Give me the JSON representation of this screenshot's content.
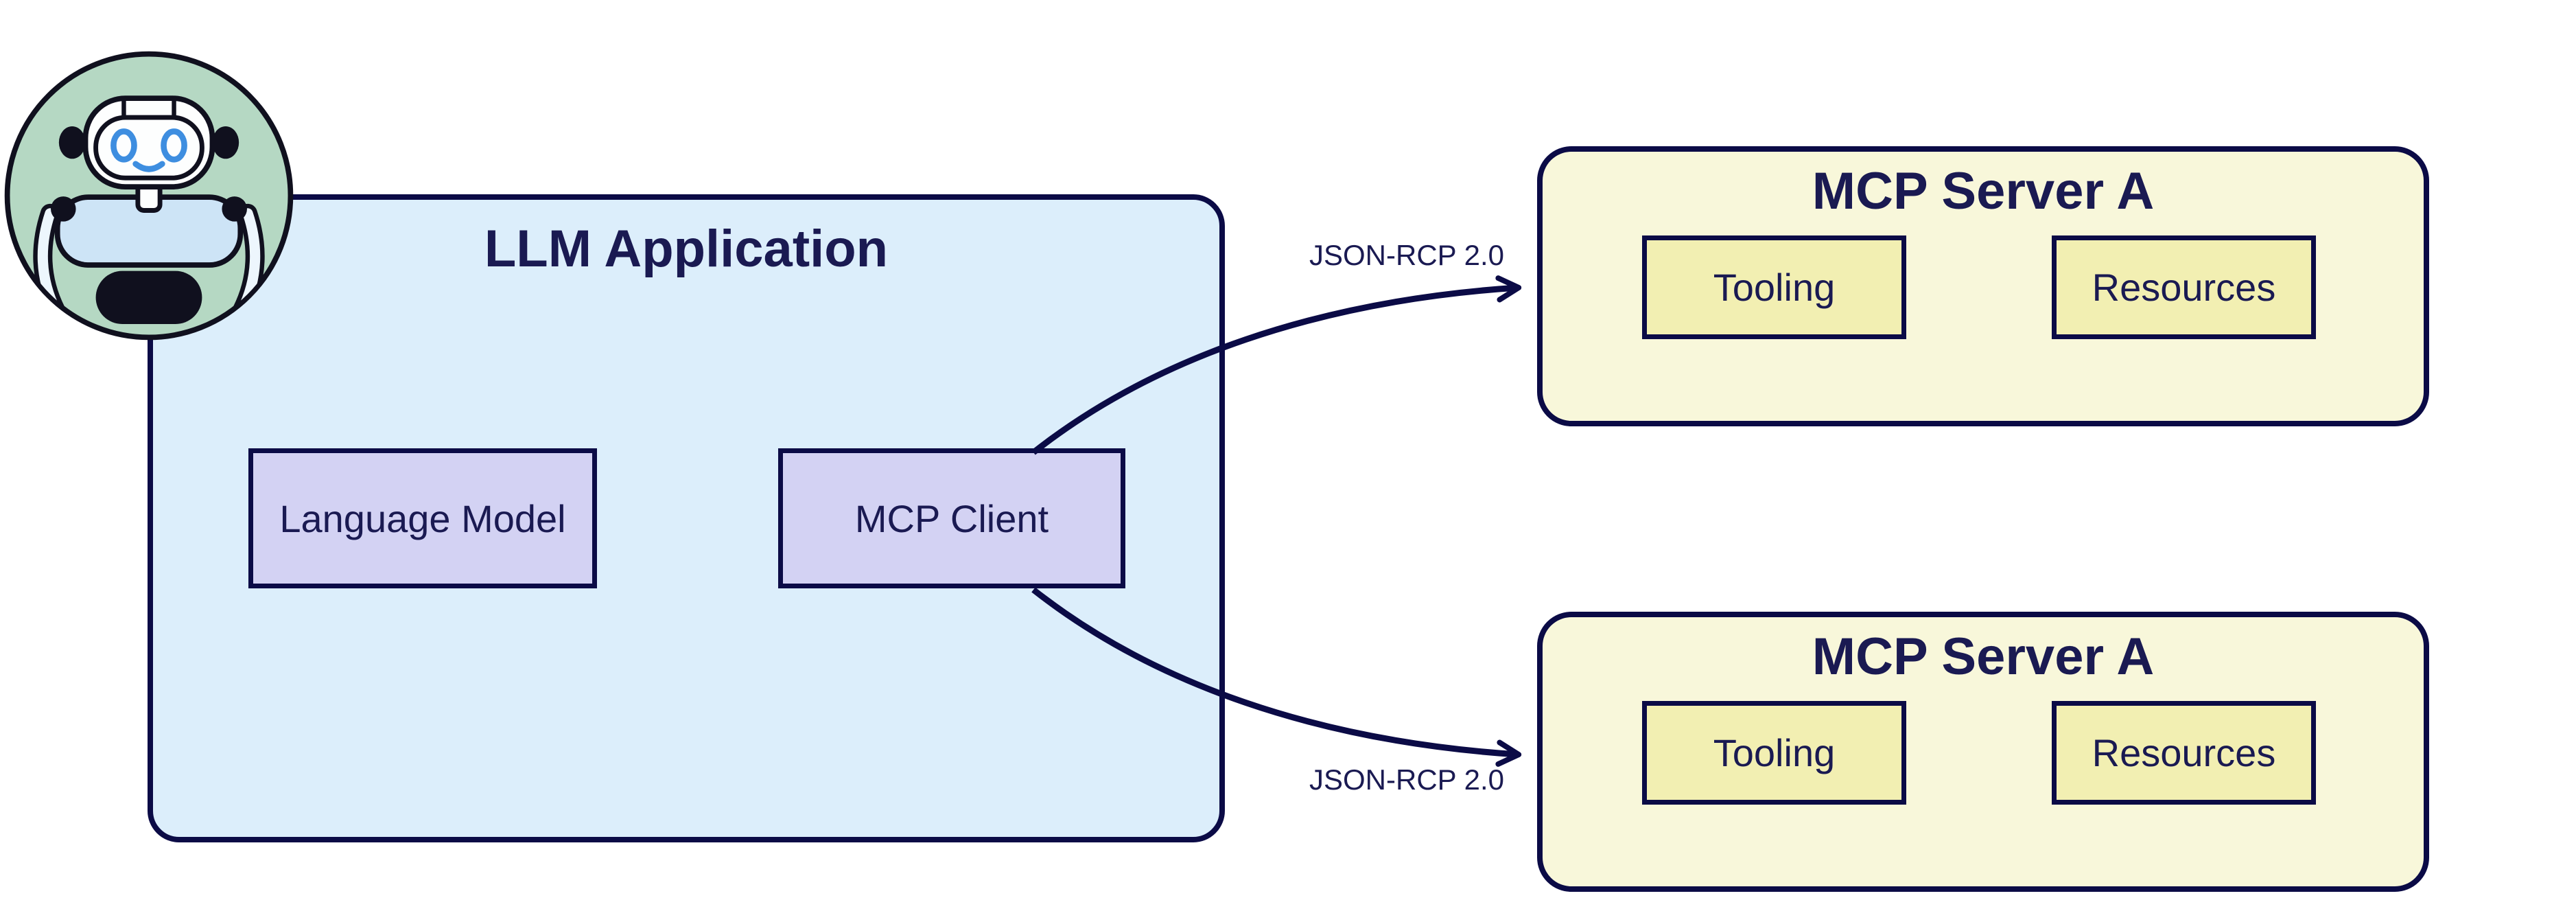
{
  "app": {
    "title": "LLM Application",
    "components": [
      {
        "label": "Language Model"
      },
      {
        "label": "MCP Client"
      }
    ]
  },
  "servers": [
    {
      "title": "MCP Server A",
      "protocol_label": "JSON-RCP 2.0",
      "components": [
        {
          "label": "Tooling"
        },
        {
          "label": "Resources"
        }
      ]
    },
    {
      "title": "MCP Server A",
      "protocol_label": "JSON-RCP 2.0",
      "components": [
        {
          "label": "Tooling"
        },
        {
          "label": "Resources"
        }
      ]
    }
  ],
  "icons": {
    "robot_mascot": "robot-assistant-icon"
  },
  "colors": {
    "navy_line": "#0b0b46",
    "text_navy": "#1a1a52",
    "app_fill": "#dceefb",
    "component_fill": "#d3d2f3",
    "server_fill": "#f8f7da",
    "server_component_fill": "#f2efb2",
    "mascot_background": "#b5d8c3",
    "mascot_accent_blue": "#3e8ee0",
    "mascot_body_blue": "#cde4f6"
  }
}
